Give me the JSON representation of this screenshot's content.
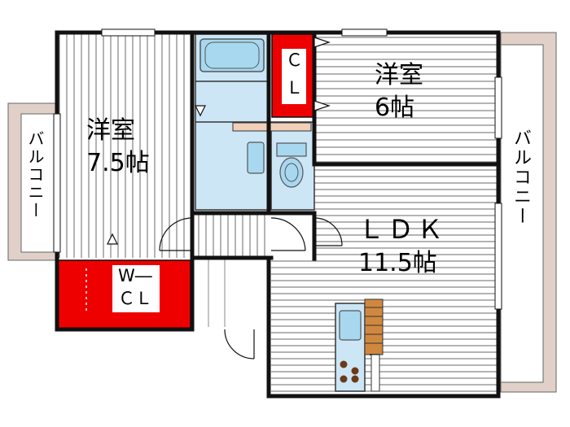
{
  "rooms": {
    "western_75": {
      "name": "洋室",
      "size": "7.5帖"
    },
    "western_6": {
      "name": "洋室",
      "size": "6帖"
    },
    "ldk": {
      "name": "ＬＤＫ",
      "size": "11.5帖"
    },
    "wcl": {
      "line1": "W―",
      "line2": "ＣＬ"
    },
    "cl": {
      "line1": "Ｃ",
      "line2": "Ｌ"
    },
    "balcony_left": "バルコニー",
    "balcony_right": "バルコニー"
  },
  "colors": {
    "closet": "#ee0000",
    "wet_area": "#cce6f6",
    "fixture": "#a8d8f0",
    "balcony": "#e0d0c8",
    "kitchen_counter": "#d08840",
    "cabinet": "#f0d0b8",
    "stove": "#6a3a1a",
    "wall": "#111111"
  }
}
